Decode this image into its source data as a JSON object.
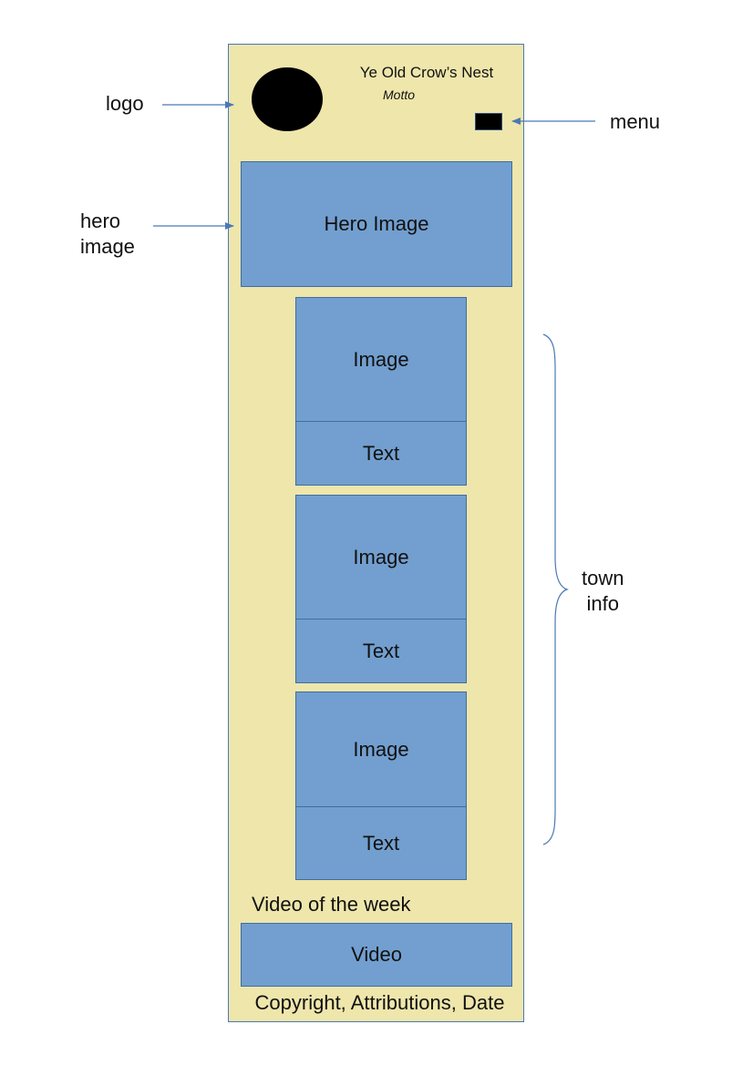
{
  "header": {
    "site_title": "Ye Old Crow’s Nest",
    "motto": "Motto"
  },
  "hero": {
    "label": "Hero Image"
  },
  "town_cards": [
    {
      "image_label": "Image",
      "text_label": "Text"
    },
    {
      "image_label": "Image",
      "text_label": "Text"
    },
    {
      "image_label": "Image",
      "text_label": "Text"
    }
  ],
  "video_section": {
    "heading": "Video of the week",
    "label": "Video"
  },
  "footer": {
    "text": "Copyright, Attributions, Date"
  },
  "annotations": {
    "logo": "logo",
    "menu": "menu",
    "hero_line1": "hero",
    "hero_line2": "image",
    "town_line1": "town",
    "town_line2": "info"
  },
  "colors": {
    "page_background": "#eee6ab",
    "block_fill": "#729fcf",
    "block_border": "#3e6ea3",
    "arrow": "#4a79b5"
  }
}
